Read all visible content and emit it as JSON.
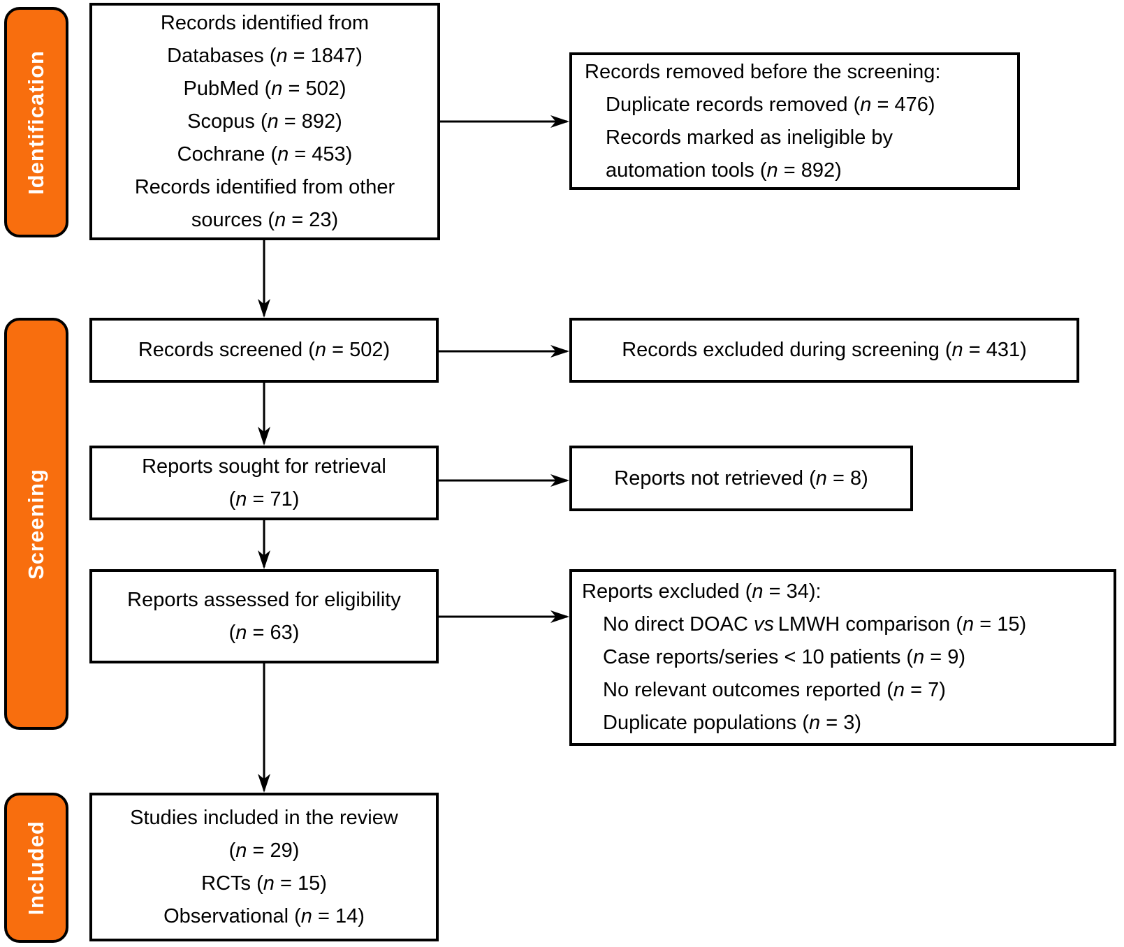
{
  "figure": {
    "type": "prisma-flow-diagram",
    "colors": {
      "stage_fill": "#F86E0E",
      "stage_text": "#FFFFFF",
      "box_border": "#000000",
      "box_fill": "#FFFFFF",
      "text": "#000000"
    }
  },
  "stages": [
    {
      "label": "Identification"
    },
    {
      "label": "Screening"
    },
    {
      "label": "Included"
    }
  ],
  "boxes": {
    "identified": {
      "lines": [
        "Records identified from",
        "Databases (n = 1847)",
        "PubMed (n = 502)",
        "Scopus (n = 892)",
        "Cochrane (n = 453)",
        "Records identified from other",
        "sources (n = 23)"
      ]
    },
    "removed_before_screening": {
      "lines": [
        "Records removed before the screening:",
        "Duplicate records removed (n = 476)",
        "Records marked as ineligible by",
        "automation tools (n = 892)"
      ]
    },
    "screened": {
      "lines": [
        "Records screened (n = 502)"
      ]
    },
    "excluded_during_screening": {
      "lines": [
        "Records excluded during screening (n = 431)"
      ]
    },
    "sought_for_retrieval": {
      "lines": [
        "Reports sought for retrieval",
        "(n = 71)"
      ]
    },
    "not_retrieved": {
      "lines": [
        "Reports not retrieved (n = 8)"
      ]
    },
    "assessed_for_eligibility": {
      "lines": [
        "Reports assessed for eligibility",
        "(n = 63)"
      ]
    },
    "reports_excluded": {
      "lines": [
        "Reports excluded (n = 34):",
        "No direct DOAC vs LMWH comparison (n = 15)",
        "Case reports/series < 10 patients (n = 9)",
        "No relevant outcomes reported (n = 7)",
        "Duplicate populations (n = 3)"
      ]
    },
    "studies_included": {
      "lines": [
        "Studies included in the review",
        "(n = 29)",
        "RCTs (n = 15)",
        "Observational (n = 14)"
      ]
    }
  }
}
